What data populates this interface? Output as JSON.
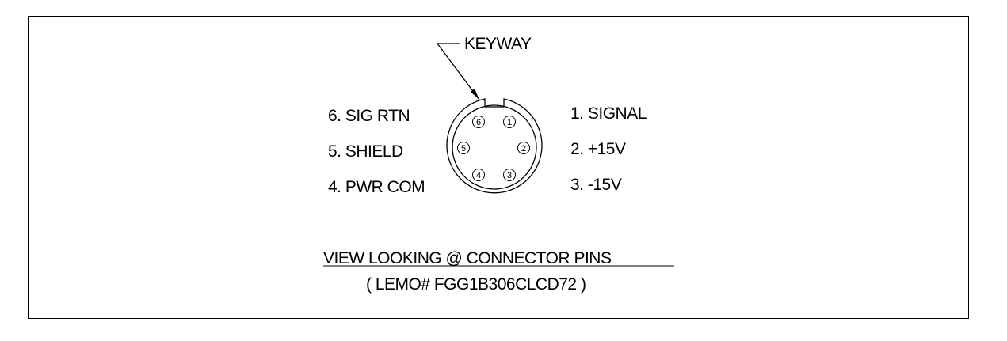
{
  "keyway_label": "KEYWAY",
  "pins_left": [
    {
      "label": "6.  SIG RTN"
    },
    {
      "label": "5.  SHIELD"
    },
    {
      "label": "4.  PWR COM"
    }
  ],
  "pins_right": [
    {
      "label": "1.  SIGNAL"
    },
    {
      "label": "2.  +15V"
    },
    {
      "label": "3.  -15V"
    }
  ],
  "connector_pins": [
    "1",
    "2",
    "3",
    "4",
    "5",
    "6"
  ],
  "view_caption": "VIEW LOOKING @ CONNECTOR PINS",
  "part_number": "( LEMO# FGG1B306CLCD72 )"
}
